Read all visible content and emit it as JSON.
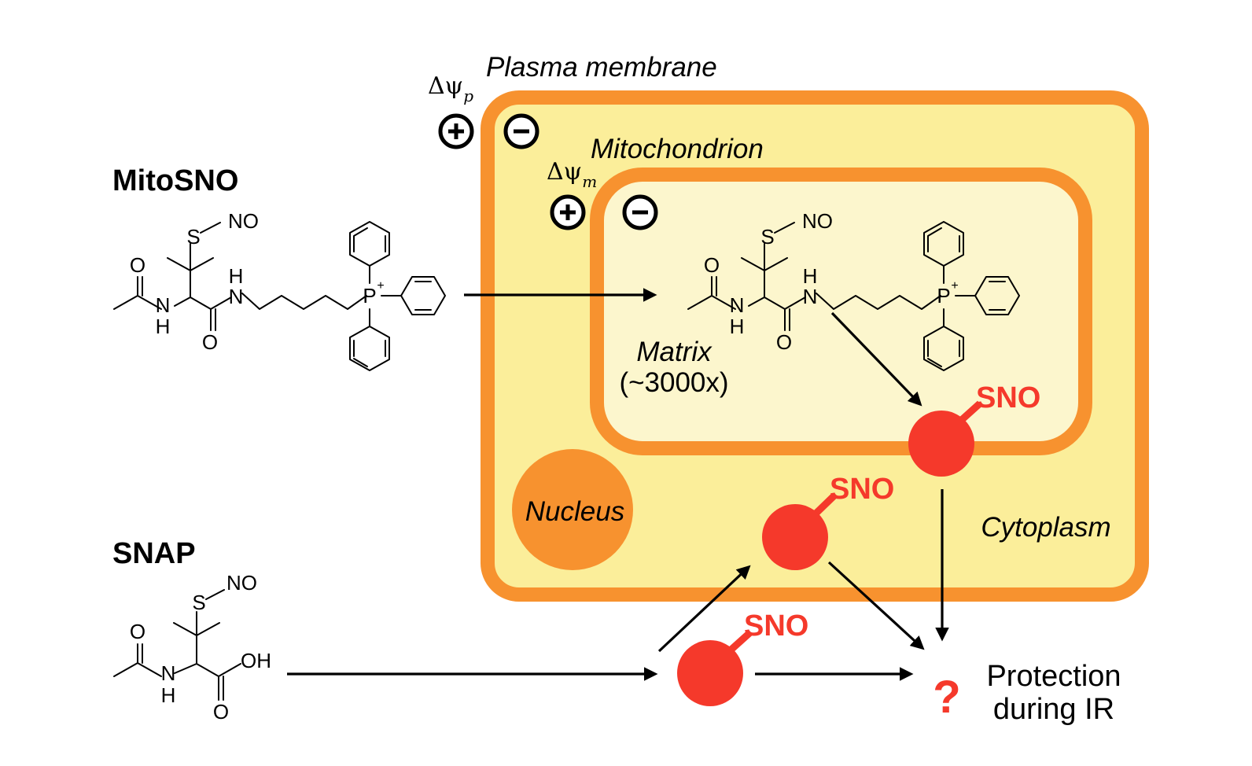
{
  "labels": {
    "plasma_membrane": "Plasma membrane",
    "delta_psi_p": "Δψ",
    "delta_psi_p_sub": "p",
    "mitochondrion": "Mitochondrion",
    "delta_psi_m": "Δψ",
    "delta_psi_m_sub": "m",
    "matrix": "Matrix",
    "matrix_accum": "(~3000x)",
    "nucleus": "Nucleus",
    "cytoplasm": "Cytoplasm",
    "mitosno": "MitoSNO",
    "snap": "SNAP",
    "sno_1": "SNO",
    "sno_2": "SNO",
    "sno_3": "SNO",
    "question": "?",
    "protection_line1": "Protection",
    "protection_line2": "during IR"
  },
  "atoms": {
    "O": "O",
    "NH_N": "N",
    "H": "H",
    "S": "S",
    "NO": "NO",
    "P": "P",
    "plus": "+",
    "OH": "OH"
  },
  "colors": {
    "cell_border": "#F7922F",
    "cytoplasm_fill": "#FBEE9A",
    "matrix_fill": "#FCF6CD",
    "nucleus": "#F7922F",
    "sno_red": "#F5392B",
    "text": "#000000"
  },
  "icons": {
    "plus_charge": "plus-circle-icon",
    "minus_charge": "minus-circle-icon"
  }
}
